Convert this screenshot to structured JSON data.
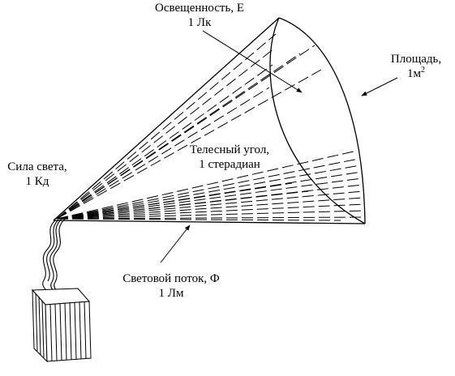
{
  "illuminance": {
    "title": "Освещенность, E",
    "value": "1 Лк"
  },
  "area": {
    "title": "Площадь,",
    "value": "1м",
    "value_sup": "2"
  },
  "solid_angle": {
    "title": "Телесный угол,",
    "value": "1 стерадиан"
  },
  "intensity": {
    "title": "Сила света,",
    "value": "1 Кд"
  },
  "flux": {
    "title": "Световой поток, Ф",
    "value": "1 Лм"
  }
}
